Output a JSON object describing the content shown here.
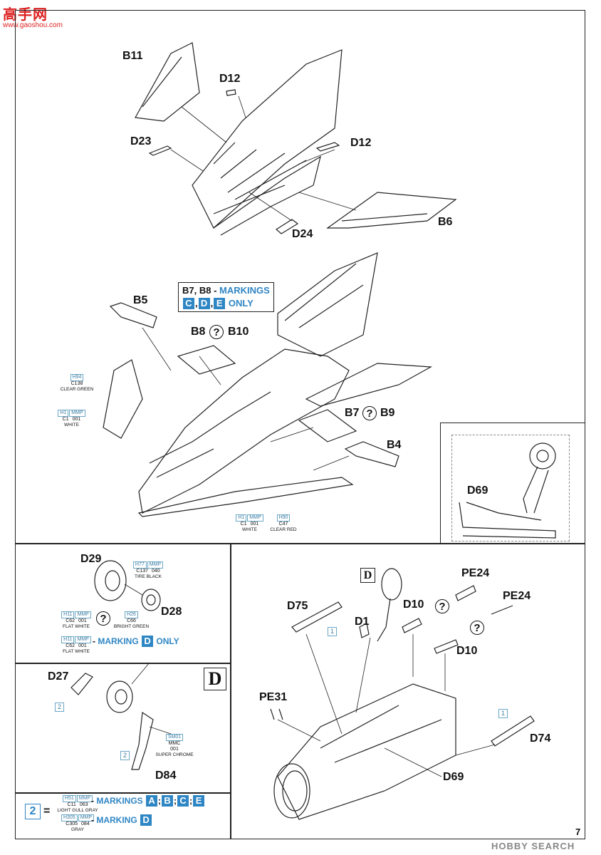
{
  "watermark": {
    "top": "高手网",
    "url": "www.gaoshou.com"
  },
  "page_number": "7",
  "bottom_watermark": "HOBBY SEARCH",
  "parts": {
    "b11": "B11",
    "d12a": "D12",
    "d12b": "D12",
    "d23": "D23",
    "d24": "D24",
    "b6": "B6",
    "b5": "B5",
    "b8b10_a": "B8",
    "b8b10_b": "B10",
    "b7b9_a": "B7",
    "b7b9_b": "B9",
    "b4": "B4",
    "d69_inset": "D69",
    "d29": "D29",
    "d28": "D28",
    "d27": "D27",
    "d84": "D84",
    "d75": "D75",
    "d1": "D1",
    "d10a": "D10",
    "d10b": "D10",
    "pe24a": "PE24",
    "pe24b": "PE24",
    "pe31": "PE31",
    "d74": "D74",
    "d69_main": "D69"
  },
  "markings_note": {
    "line1": "B7, B8 -",
    "line1_blue": "MARKINGS",
    "letters": [
      "C",
      "D",
      "E"
    ],
    "only": "ONLY"
  },
  "question": "?",
  "colors": {
    "clear_green": {
      "h": "H94",
      "c": "C138",
      "name": "CLEAR GREEN"
    },
    "white_left": {
      "h": "H1",
      "mmp": "MMP",
      "c": "C1",
      "num": "001",
      "name": "WHITE"
    },
    "white_bottom": {
      "h": "H1",
      "mmp": "MMP",
      "c": "C1",
      "num": "001",
      "name": "WHITE"
    },
    "clear_red": {
      "h": "H90",
      "c": "C47",
      "name": "CLEAR RED"
    },
    "tire_black": {
      "h": "H77",
      "mmp": "MMP",
      "c": "C137",
      "num": "040",
      "name": "TIRE BLACK"
    },
    "flat_white": {
      "h": "H11",
      "mmp": "MMP",
      "c": "C62",
      "num": "001",
      "name": "FLAT WHITE"
    },
    "bright_green": {
      "h": "H26",
      "c": "C66",
      "name": "BRIGHT GREEN"
    },
    "flat_white2": {
      "h": "H11",
      "mmp": "MMP",
      "c": "C62",
      "num": "001",
      "name": "FLAT WHITE"
    },
    "super_chrome": {
      "sm": "SM01",
      "mmc": "MMC",
      "num": "001",
      "name": "SUPER CHROME"
    },
    "light_gull_gray": {
      "h": "H51",
      "mmp": "MMP",
      "c": "C11",
      "num": "063",
      "name": "LIGHT GULL GRAY"
    },
    "gray": {
      "h": "H305",
      "mmp": "MMP",
      "c": "C305",
      "num": "084",
      "name": "GRAY"
    }
  },
  "marking_d_only": {
    "dash": "-",
    "label": "MARKING",
    "letter": "D",
    "only": "ONLY"
  },
  "step_d_label": "D",
  "inset_d_label": "D",
  "legend": {
    "num": "2",
    "eq": "=",
    "row1": {
      "dash": "-",
      "label": "MARKINGS",
      "letters": [
        "A",
        "B",
        "C",
        "E"
      ]
    },
    "row2": {
      "dash": "-",
      "label": "MARKING",
      "letter": "D"
    }
  },
  "step_numbers": {
    "one": "1",
    "two": "2"
  }
}
